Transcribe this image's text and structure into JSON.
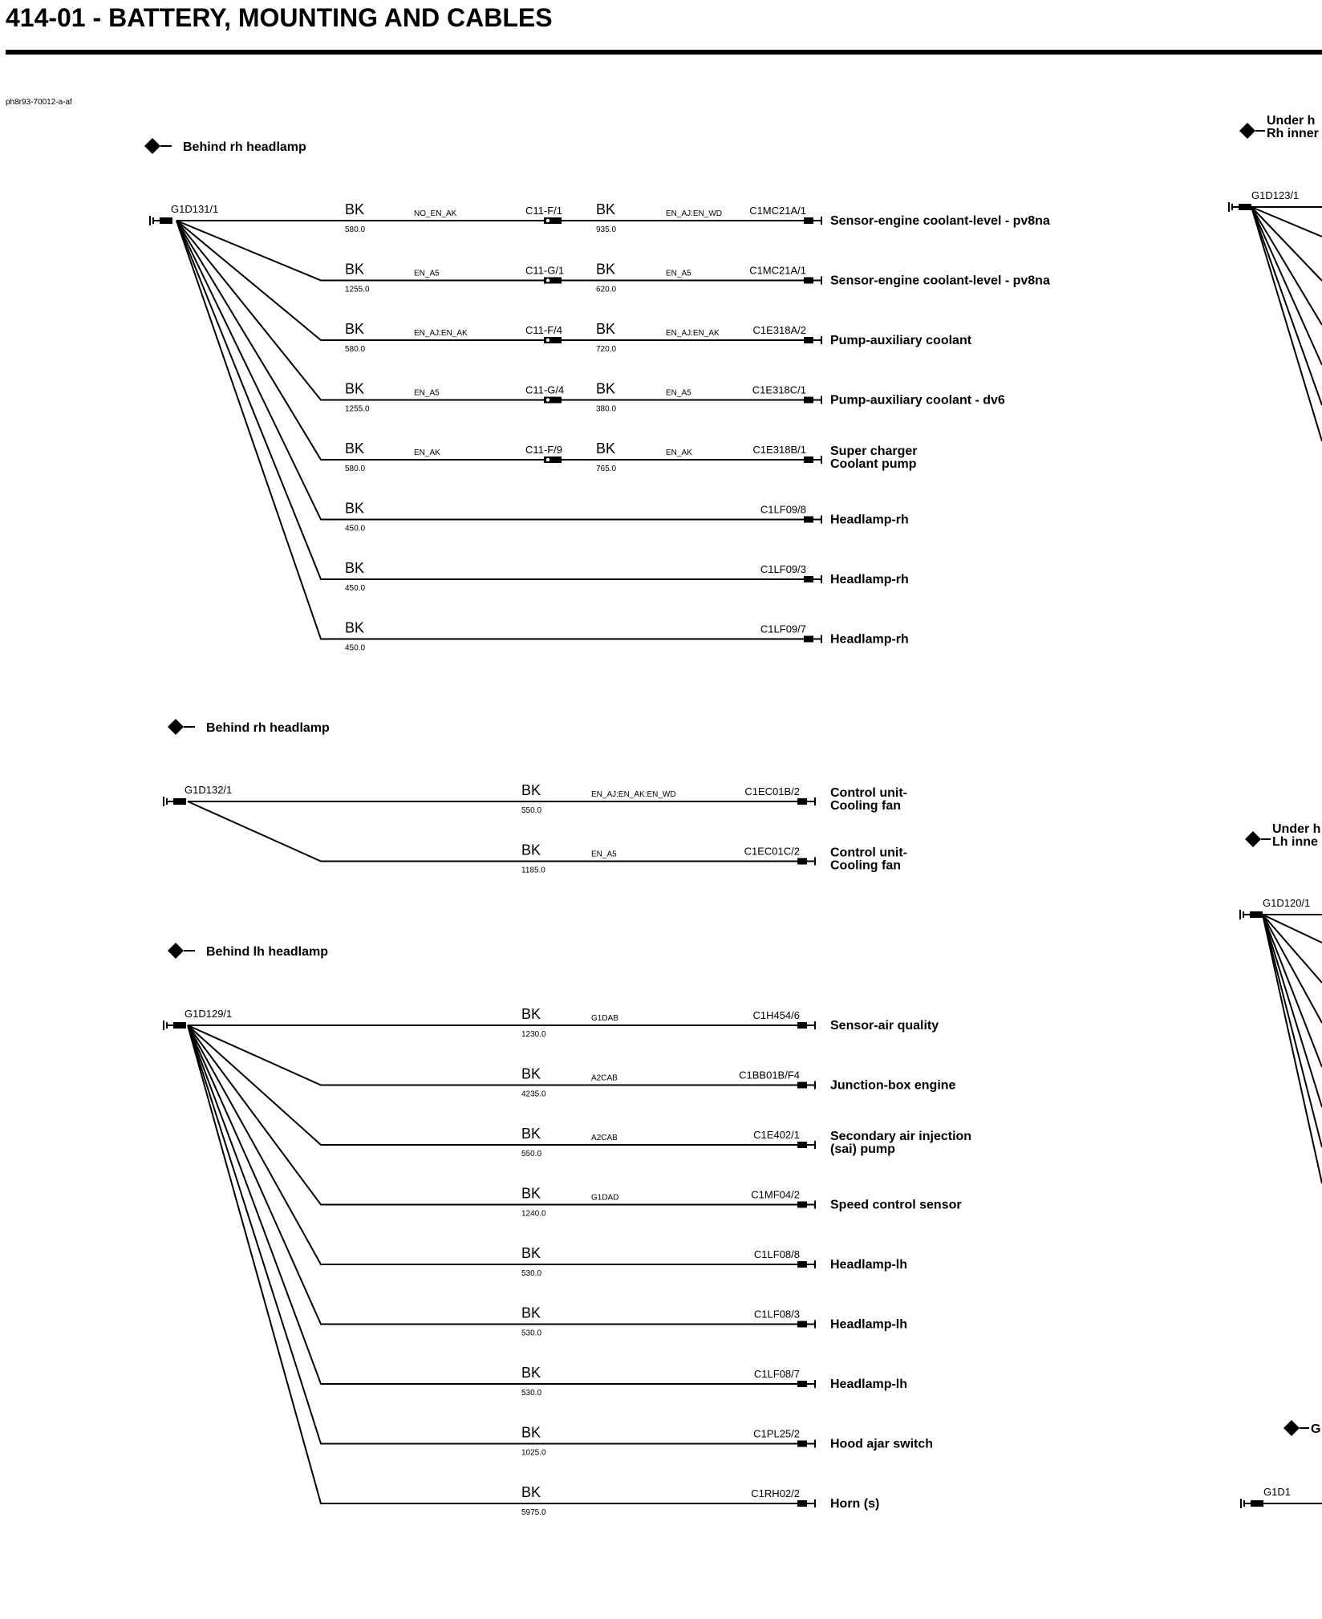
{
  "title": "414-01 - BATTERY, MOUNTING AND CABLES",
  "figure_ref": "ph8r93-70012-a-af",
  "groups": [
    {
      "location": "Behind rh headlamp",
      "ground": "G1D131/1",
      "wires": [
        {
          "color": "BK",
          "length": "580.0",
          "harness": "NO_EN_AK",
          "inline": "C11-F/1",
          "color2": "BK",
          "length2": "935.0",
          "harness2": "EN_AJ:EN_WD",
          "connector": "C1MC21A/1",
          "label": [
            "Sensor-engine coolant-level - pv8na"
          ]
        },
        {
          "color": "BK",
          "length": "1255.0",
          "harness": "EN_A5",
          "inline": "C11-G/1",
          "color2": "BK",
          "length2": "620.0",
          "harness2": "EN_A5",
          "connector": "C1MC21A/1",
          "label": [
            "Sensor-engine coolant-level - pv8na"
          ]
        },
        {
          "color": "BK",
          "length": "580.0",
          "harness": "EN_AJ:EN_AK",
          "inline": "C11-F/4",
          "color2": "BK",
          "length2": "720.0",
          "harness2": "EN_AJ:EN_AK",
          "connector": "C1E318A/2",
          "label": [
            "Pump-auxiliary coolant"
          ]
        },
        {
          "color": "BK",
          "length": "1255.0",
          "harness": "EN_A5",
          "inline": "C11-G/4",
          "color2": "BK",
          "length2": "380.0",
          "harness2": "EN_A5",
          "connector": "C1E318C/1",
          "label": [
            "Pump-auxiliary coolant - dv6"
          ]
        },
        {
          "color": "BK",
          "length": "580.0",
          "harness": "EN_AK",
          "inline": "C11-F/9",
          "color2": "BK",
          "length2": "765.0",
          "harness2": "EN_AK",
          "connector": "C1E318B/1",
          "label": [
            "Super charger",
            "Coolant pump"
          ]
        },
        {
          "color": "BK",
          "length": "450.0",
          "connector": "C1LF09/8",
          "label": [
            "Headlamp-rh"
          ]
        },
        {
          "color": "BK",
          "length": "450.0",
          "connector": "C1LF09/3",
          "label": [
            "Headlamp-rh"
          ]
        },
        {
          "color": "BK",
          "length": "450.0",
          "connector": "C1LF09/7",
          "label": [
            "Headlamp-rh"
          ]
        }
      ]
    },
    {
      "location": "Behind rh headlamp",
      "ground": "G1D132/1",
      "wires": [
        {
          "color": "BK",
          "length": "550.0",
          "harness": "EN_AJ:EN_AK:EN_WD",
          "connector": "C1EC01B/2",
          "label": [
            "Control unit-",
            "Cooling fan"
          ]
        },
        {
          "color": "BK",
          "length": "1185.0",
          "harness": "EN_A5",
          "connector": "C1EC01C/2",
          "label": [
            "Control unit-",
            "Cooling fan"
          ]
        }
      ]
    },
    {
      "location": "Behind lh headlamp",
      "ground": "G1D129/1",
      "wires": [
        {
          "color": "BK",
          "length": "1230.0",
          "harness": "G1DAB",
          "connector": "C1H454/6",
          "label": [
            "Sensor-air quality"
          ]
        },
        {
          "color": "BK",
          "length": "4235.0",
          "harness": "A2CAB",
          "connector": "C1BB01B/F4",
          "label": [
            "Junction-box engine"
          ]
        },
        {
          "color": "BK",
          "length": "550.0",
          "harness": "A2CAB",
          "connector": "C1E402/1",
          "label": [
            "Secondary air injection",
            "(sai) pump"
          ]
        },
        {
          "color": "BK",
          "length": "1240.0",
          "harness": "G1DAD",
          "connector": "C1MF04/2",
          "label": [
            "Speed control sensor"
          ]
        },
        {
          "color": "BK",
          "length": "530.0",
          "connector": "C1LF08/8",
          "label": [
            "Headlamp-lh"
          ]
        },
        {
          "color": "BK",
          "length": "530.0",
          "connector": "C1LF08/3",
          "label": [
            "Headlamp-lh"
          ]
        },
        {
          "color": "BK",
          "length": "530.0",
          "connector": "C1LF08/7",
          "label": [
            "Headlamp-lh"
          ]
        },
        {
          "color": "BK",
          "length": "1025.0",
          "connector": "C1PL25/2",
          "label": [
            "Hood ajar switch"
          ]
        },
        {
          "color": "BK",
          "length": "5975.0",
          "connector": "C1RH02/2",
          "label": [
            "Horn (s)"
          ]
        }
      ]
    }
  ],
  "right_column": {
    "grounds": [
      "G1D123/1",
      "G1D120/1",
      "G1D1"
    ],
    "locations": [
      [
        "Under h",
        "Rh inner"
      ],
      [
        "Under h",
        "Lh inne"
      ],
      [
        "G"
      ]
    ]
  }
}
